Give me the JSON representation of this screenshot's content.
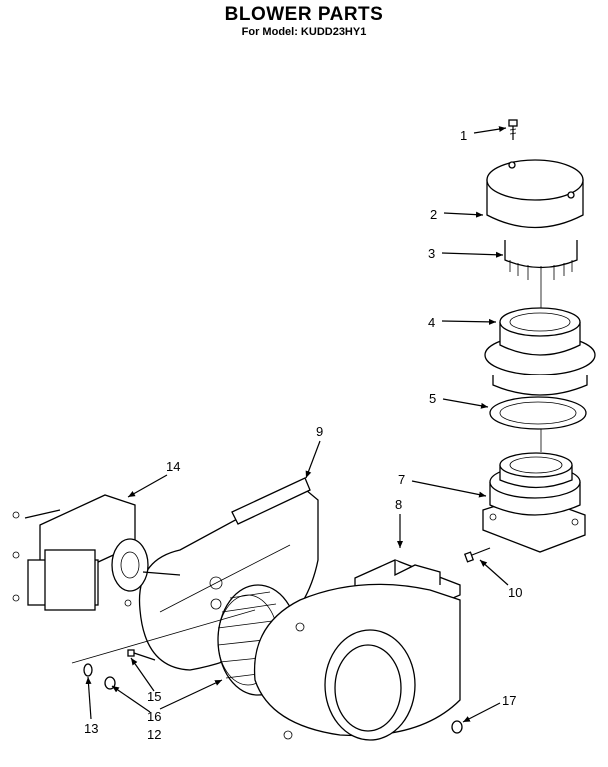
{
  "header": {
    "title": "BLOWER PARTS",
    "subtitle": "For Model: KUDD23HY1"
  },
  "callouts": [
    "1",
    "2",
    "3",
    "4",
    "5",
    "7",
    "8",
    "9",
    "10",
    "12",
    "13",
    "14",
    "15",
    "16",
    "17"
  ]
}
